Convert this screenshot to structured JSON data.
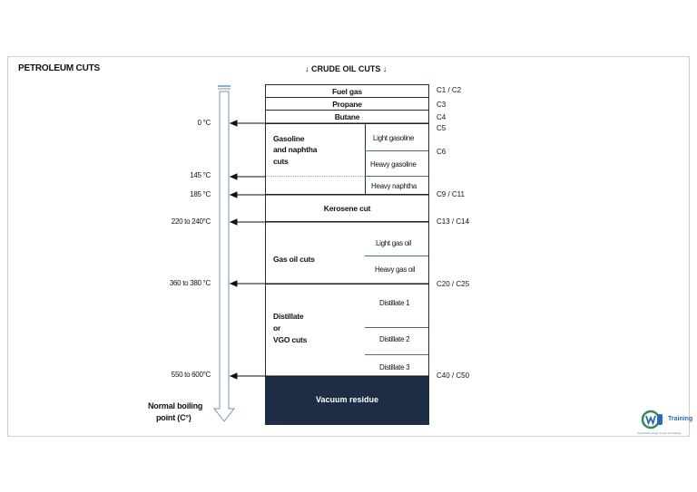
{
  "title": "PETROLEUM CUTS",
  "crude_label": "↓ CRUDE OIL CUTS ↓",
  "axis_label_line1": "Normal boiling",
  "axis_label_line2": "point (C°)",
  "temps": {
    "t0": "0 °C",
    "t145": "145 °C",
    "t185": "185 °C",
    "t220": "220 to 240°C",
    "t360": "360 to 380 °C",
    "t550": "550 to 600°C"
  },
  "carbons": {
    "c1c2": "C1 / C2",
    "c3": "C3",
    "c4": "C4",
    "c5": "C5",
    "c6": "C6",
    "c9c11": "C9 / C11",
    "c13c14": "C13 / C14",
    "c20c25": "C20 / C25",
    "c40c50": "C40 / C50"
  },
  "cuts": {
    "fuel_gas": "Fuel gas",
    "propane": "Propane",
    "butane": "Butane",
    "gasoline_l1": "Gasoline",
    "gasoline_l2": "and naphtha",
    "gasoline_l3": "cuts",
    "light_gasoline": "Light gasoline",
    "heavy_gasoline": "Heavy gasoline",
    "heavy_naphtha": "Heavy naphtha",
    "kerosene": "Kerosene cut",
    "gas_oil": "Gas oil cuts",
    "light_gas_oil": "Light gas oil",
    "heavy_gas_oil": "Heavy gas oil",
    "distillate_l1": "Distillate",
    "distillate_l2": "or",
    "distillate_l3": "VGO cuts",
    "distillate_1": "Distillate 1",
    "distillate_2": "Distillate 2",
    "distillate_3": "Distillate 3",
    "vacuum_residue": "Vacuum residue"
  },
  "logo": {
    "text": "Training",
    "tagline": "Spread the wings of your knowledge"
  },
  "colors": {
    "column_navy": "#1c2d45",
    "arrow_blue": "#6f93b8",
    "logo_green": "#2e8b57",
    "logo_blue": "#2b6cb0"
  }
}
